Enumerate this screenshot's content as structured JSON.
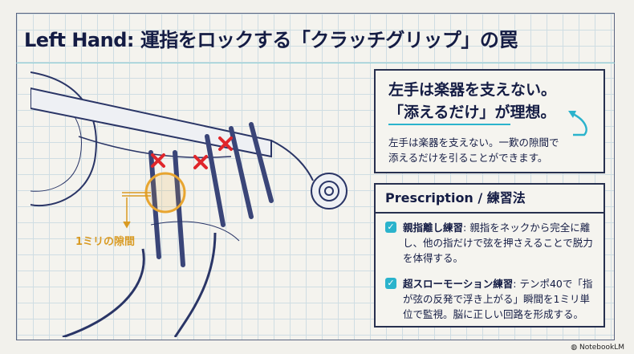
{
  "title": "Left Hand: 運指をロックする「クラッチグリップ」の罠",
  "illustration": {
    "gap_label": "1ミリの隙間",
    "colors": {
      "line": "#2a3566",
      "x_mark": "#e0262b",
      "highlight": "#e8a530"
    }
  },
  "callout": {
    "heading_line1": "左手は楽器を支えない。",
    "heading_line2_emph": "「添えるだけ」",
    "heading_line2_rest": "が理想。",
    "body_line1": "左手は楽器を支えない。一歎の隙間で",
    "body_line2": "添えるだけを引ることができます。"
  },
  "prescription": {
    "title": "Prescription / 練習法",
    "items": [
      {
        "label": "親指離し練習",
        "text": ": 親指をネックから完全に離し、他の指だけで弦を押さえることで脱力を体得する。",
        "checked": true
      },
      {
        "label": "超スローモーション練習",
        "text": ": テンポ40で「指が弦の反発で浮き上がる」瞬間を1ミリ単位で監視。脳に正しい回路を形成する。",
        "checked": true
      }
    ]
  },
  "footer": {
    "brand": "NotebookLM"
  },
  "colors": {
    "navy": "#141c44",
    "accent": "#2bb3cc",
    "gold": "#d99a22"
  }
}
